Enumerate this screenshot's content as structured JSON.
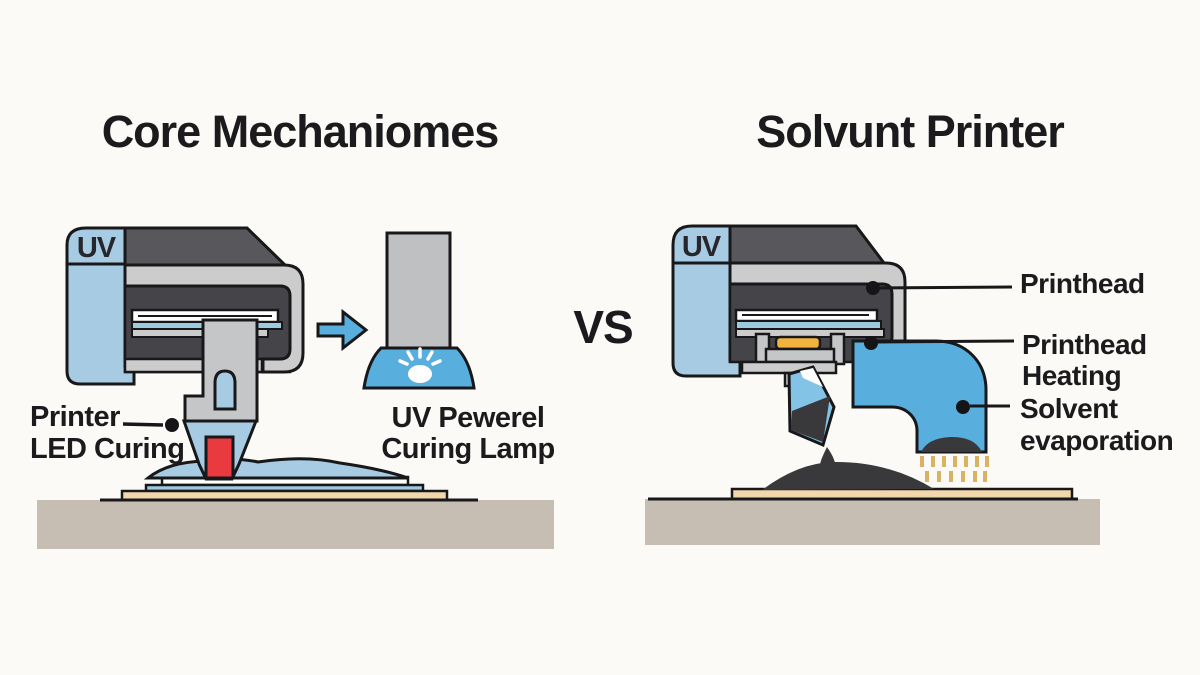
{
  "titles": {
    "left": "Core Mechaniomes",
    "right": "Solvunt Printer",
    "versus": "VS"
  },
  "left": {
    "uv_badge": "UV",
    "callout_line1": "Printer",
    "callout_line2": "LED Curing",
    "lamp_line1": "UV Pewerel",
    "lamp_line2": "Curing Lamp"
  },
  "right": {
    "uv_badge": "UV",
    "printhead_label": "Printhead",
    "heating_line1": "Printhead",
    "heating_line2": "Heating",
    "solvent_line1": "Solvent",
    "solvent_line2": "evaporation"
  },
  "colors": {
    "background": "#fbfaf7",
    "accent_blue": "#58aedd",
    "machine_blue": "#a7cbe3",
    "strip_blue": "#9ecadf",
    "sachet_blue": "#82c3e6",
    "led_red": "#e93a40",
    "heater_yellow": "#f1b23f",
    "ink_dark": "#39393c",
    "substrate_tan": "#f2d6ac",
    "platform_taupe": "#c7beb3",
    "dark_gray_top": "#58585c",
    "dark_gray_inner": "#454549",
    "light_gray": "#cccccd",
    "carriage_gray": "#c5c6c8",
    "evaporation_dash": "#d9b264",
    "outline": "#18181a"
  }
}
